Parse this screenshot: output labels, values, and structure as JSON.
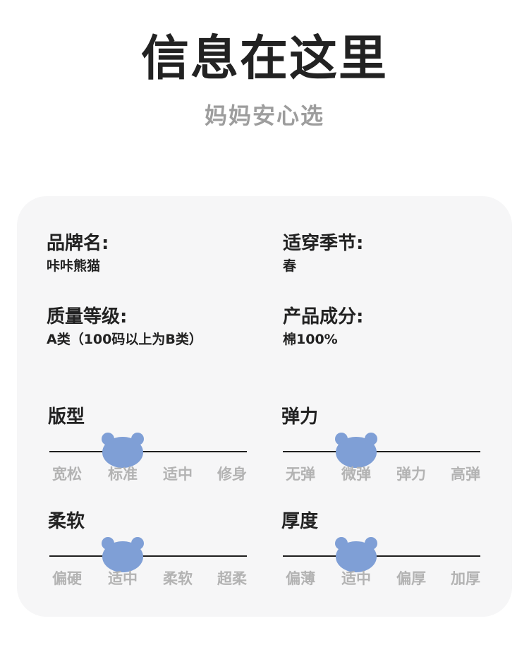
{
  "header": {
    "title": "信息在这里",
    "subtitle": "妈妈安心选"
  },
  "info": {
    "brand_label": "品牌名:",
    "brand_value": "咔咔熊猫",
    "season_label": "适穿季节:",
    "season_value": "春",
    "grade_label": "质量等级:",
    "grade_value": "A类（100码以上为B类）",
    "composition_label": "产品成分:",
    "composition_value": "棉100%"
  },
  "scales": {
    "fit": {
      "title": "版型",
      "options": [
        "宽松",
        "标准",
        "适中",
        "修身"
      ],
      "selected": "标准"
    },
    "elasticity": {
      "title": "弹力",
      "options": [
        "无弹",
        "微弹",
        "弹力",
        "高弹"
      ],
      "selected": "微弹"
    },
    "softness": {
      "title": "柔软",
      "options": [
        "偏硬",
        "适中",
        "柔软",
        "超柔"
      ],
      "selected": "适中"
    },
    "thickness": {
      "title": "厚度",
      "options": [
        "偏薄",
        "适中",
        "偏厚",
        "加厚"
      ],
      "selected": "适中"
    }
  },
  "colors": {
    "bear": "#7f9fd6",
    "track": "#1f1f1f",
    "option_text": "#b3b3b3",
    "card_bg": "#f6f6f7"
  },
  "icons": {
    "indicator": "bear-head-icon"
  }
}
